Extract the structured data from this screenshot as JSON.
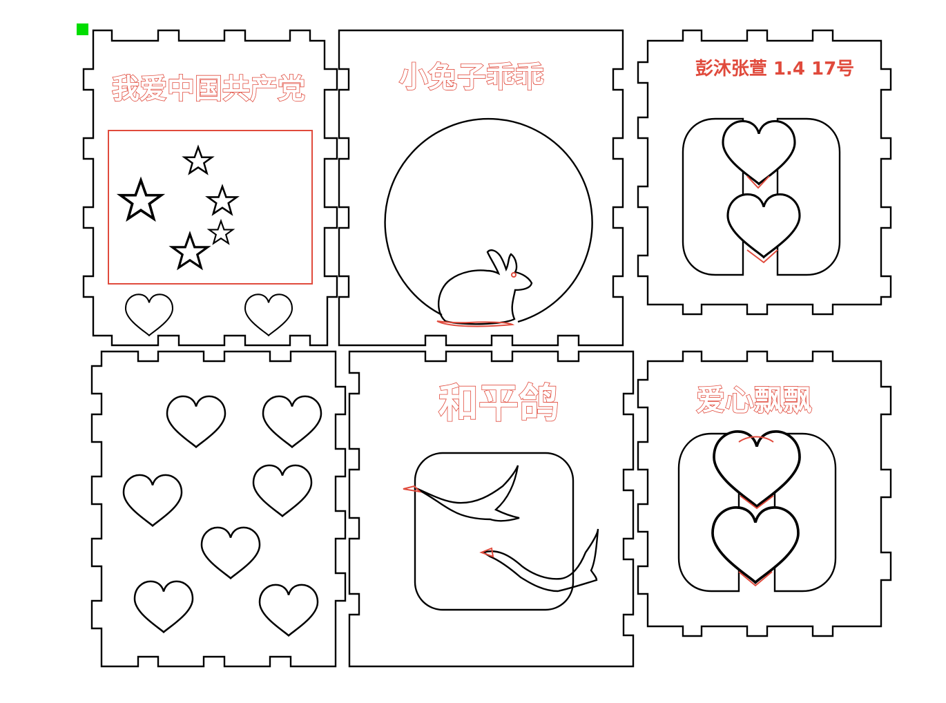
{
  "canvas": {
    "marker_color": "#00dd00",
    "cut_color": "#000000",
    "engrave_color": "#e04a3c"
  },
  "panels": [
    {
      "id": "flag",
      "title": "我爱中国共产党"
    },
    {
      "id": "rabbit",
      "title": "小兔子乖乖"
    },
    {
      "id": "hearts-id",
      "title": "彭沐张萱 1.4 17号"
    },
    {
      "id": "hearts-field",
      "title": ""
    },
    {
      "id": "dove",
      "title": "和平鸽"
    },
    {
      "id": "hearts-float",
      "title": "爱心飘飘"
    }
  ]
}
